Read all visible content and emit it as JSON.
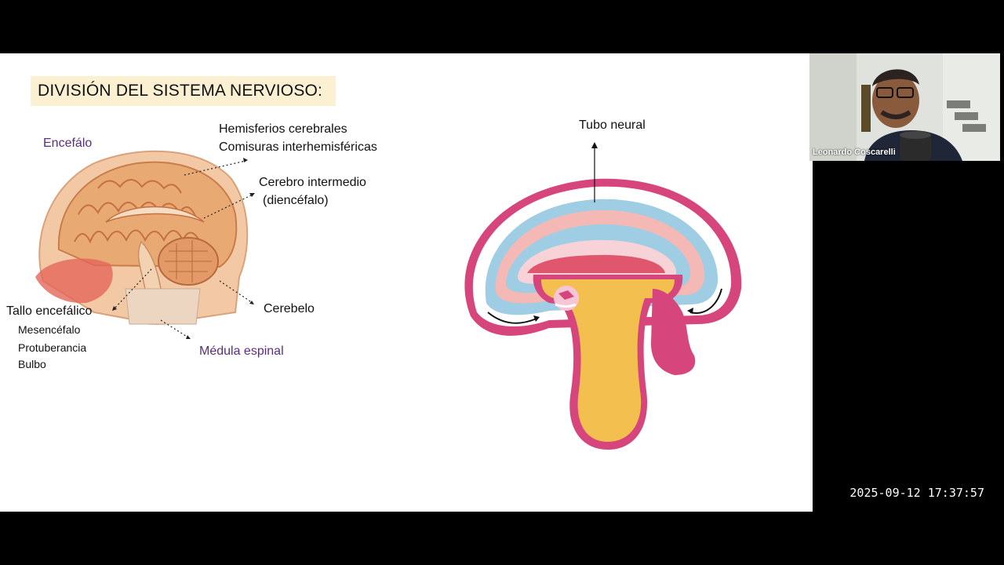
{
  "slide": {
    "title": "DIVISIÓN DEL SISTEMA NERVIOSO:",
    "brain_labels": {
      "encefalo": "Encefálo",
      "hemisferios": "Hemisferios cerebrales",
      "comisuras": "Comisuras interhemisféricas",
      "cerebro_intermedio": "Cerebro intermedio",
      "diencefalo": "(diencéfalo)",
      "tallo": "Tallo encefálico",
      "mesencefalo": "Mesencéfalo",
      "protuberancia": "Protuberancia",
      "bulbo": "Bulbo",
      "cerebelo": "Cerebelo",
      "medula": "Médula espinal"
    },
    "embryo_labels": {
      "tubo_neural": "Tubo neural"
    }
  },
  "video": {
    "participant_name": "Leonardo Coscarelli"
  },
  "timestamp": "2025-09-12 17:37:57",
  "colors": {
    "title_bg": "#fcf0d2",
    "label_purple": "#5b2d82",
    "embryo_pink": "#d6467c",
    "embryo_blue": "#9fcde3",
    "embryo_yellow": "#f3c04f"
  }
}
